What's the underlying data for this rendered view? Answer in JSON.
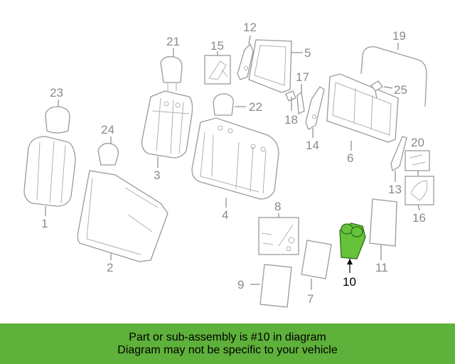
{
  "diagram": {
    "callouts": [
      {
        "id": "1",
        "label": "1"
      },
      {
        "id": "2",
        "label": "2"
      },
      {
        "id": "3",
        "label": "3"
      },
      {
        "id": "4",
        "label": "4"
      },
      {
        "id": "5",
        "label": "5"
      },
      {
        "id": "6",
        "label": "6"
      },
      {
        "id": "7",
        "label": "7"
      },
      {
        "id": "8",
        "label": "8"
      },
      {
        "id": "9",
        "label": "9"
      },
      {
        "id": "10",
        "label": "10",
        "highlighted": true
      },
      {
        "id": "11",
        "label": "11"
      },
      {
        "id": "12",
        "label": "12"
      },
      {
        "id": "13",
        "label": "13"
      },
      {
        "id": "14",
        "label": "14"
      },
      {
        "id": "15",
        "label": "15"
      },
      {
        "id": "16",
        "label": "16"
      },
      {
        "id": "17",
        "label": "17"
      },
      {
        "id": "18",
        "label": "18"
      },
      {
        "id": "19",
        "label": "19"
      },
      {
        "id": "20",
        "label": "20"
      },
      {
        "id": "21",
        "label": "21"
      },
      {
        "id": "22",
        "label": "22"
      },
      {
        "id": "23",
        "label": "23"
      },
      {
        "id": "24",
        "label": "24"
      },
      {
        "id": "25",
        "label": "25"
      }
    ],
    "colors": {
      "highlight": "#66c23a",
      "line": "#9a9a9a",
      "banner": "#5eb13a"
    }
  },
  "banner": {
    "line1": "Part or sub-assembly is #10 in diagram",
    "line2": "Diagram may not be specific to your vehicle"
  }
}
